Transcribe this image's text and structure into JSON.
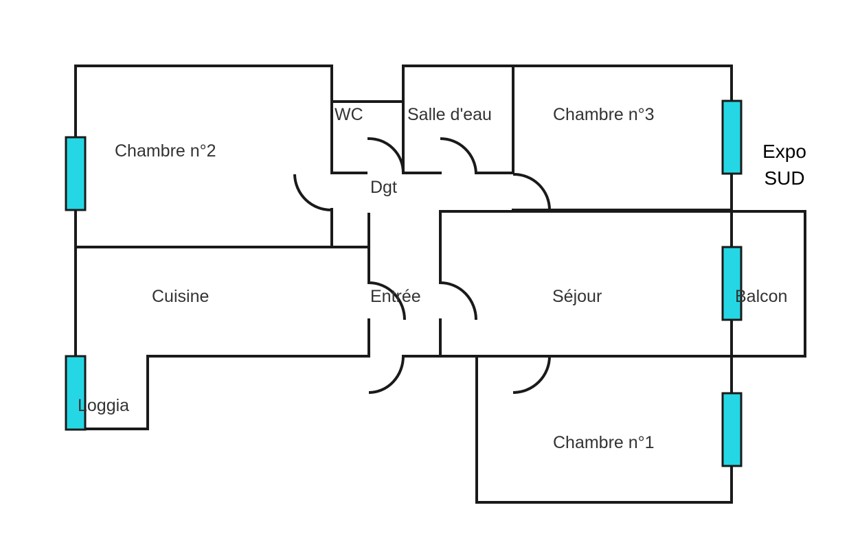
{
  "rooms": {
    "chambre2": "Chambre n°2",
    "wc": "WC",
    "salle_eau": "Salle d'eau",
    "chambre3": "Chambre n°3",
    "dgt": "Dgt",
    "cuisine": "Cuisine",
    "entree": "Entrée",
    "sejour": "Séjour",
    "balcon": "Balcon",
    "loggia": "Loggia",
    "chambre1": "Chambre n°1"
  },
  "orientation": {
    "line1": "Expo",
    "line2": "SUD"
  },
  "colors": {
    "window": "#25d7e4",
    "wall": "#1a1a1a"
  }
}
